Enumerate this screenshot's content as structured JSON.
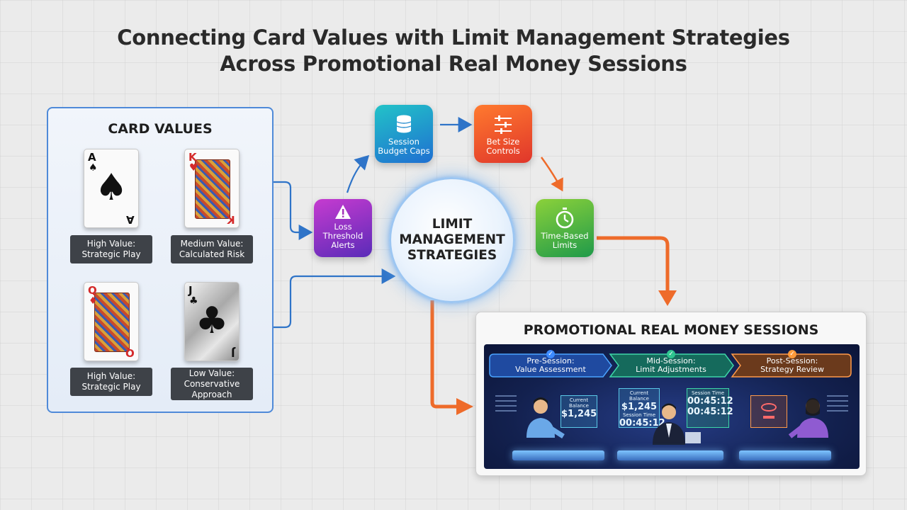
{
  "header": {
    "title_line1": "Connecting Card Values with Limit Management Strategies",
    "title_line2": "Across Promotional Real Money Sessions"
  },
  "card_values": {
    "title": "CARD VALUES",
    "cards": [
      {
        "rank": "A",
        "suit": "spade",
        "color": "black",
        "label_line1": "High Value:",
        "label_line2": "Strategic Play"
      },
      {
        "rank": "K",
        "suit": "heart",
        "color": "red",
        "label_line1": "Medium Value:",
        "label_line2": "Calculated Risk"
      },
      {
        "rank": "Q",
        "suit": "diamond",
        "color": "red",
        "label_line1": "High Value:",
        "label_line2": "Strategic Play"
      },
      {
        "rank": "J",
        "suit": "club",
        "color": "black",
        "label_line1": "Low Value:",
        "label_line2": "Conservative",
        "label_line3": "Approach"
      }
    ]
  },
  "hub": {
    "line1": "LIMIT",
    "line2": "MANAGEMENT",
    "line3": "STRATEGIES"
  },
  "tiles": {
    "loss": {
      "line1": "Loss",
      "line2": "Threshold",
      "line3": "Alerts",
      "icon": "warning-icon"
    },
    "budget": {
      "line1": "Session",
      "line2": "Budget Caps",
      "icon": "coin-stack-icon"
    },
    "bet": {
      "line1": "Bet Size",
      "line2": "Controls",
      "icon": "slider-icon"
    },
    "time": {
      "line1": "Time-Based",
      "line2": "Limits",
      "icon": "stopwatch-icon"
    }
  },
  "sessions": {
    "title": "PROMOTIONAL REAL MONEY SESSIONS",
    "stages": [
      {
        "line1": "Pre-Session:",
        "line2": "Value Assessment"
      },
      {
        "line1": "Mid-Session:",
        "line2": "Limit Adjustments"
      },
      {
        "line1": "Post-Session:",
        "line2": "Strategy Review"
      }
    ],
    "screens": {
      "left_label": "Current Balance",
      "left_value": "$1,245",
      "mid_balance_label": "Current Balance",
      "mid_balance_value": "$1,245",
      "mid_time_label": "Session Time",
      "mid_time_value": "00:45:12",
      "right_time_label": "Session Time",
      "right_time_value": "00:45:12",
      "right_time2_value": "00:45:12"
    }
  },
  "colors": {
    "accent_blue": "#2f74c8",
    "accent_orange": "#ee6b2a",
    "panel_border": "#4f8ad8"
  }
}
